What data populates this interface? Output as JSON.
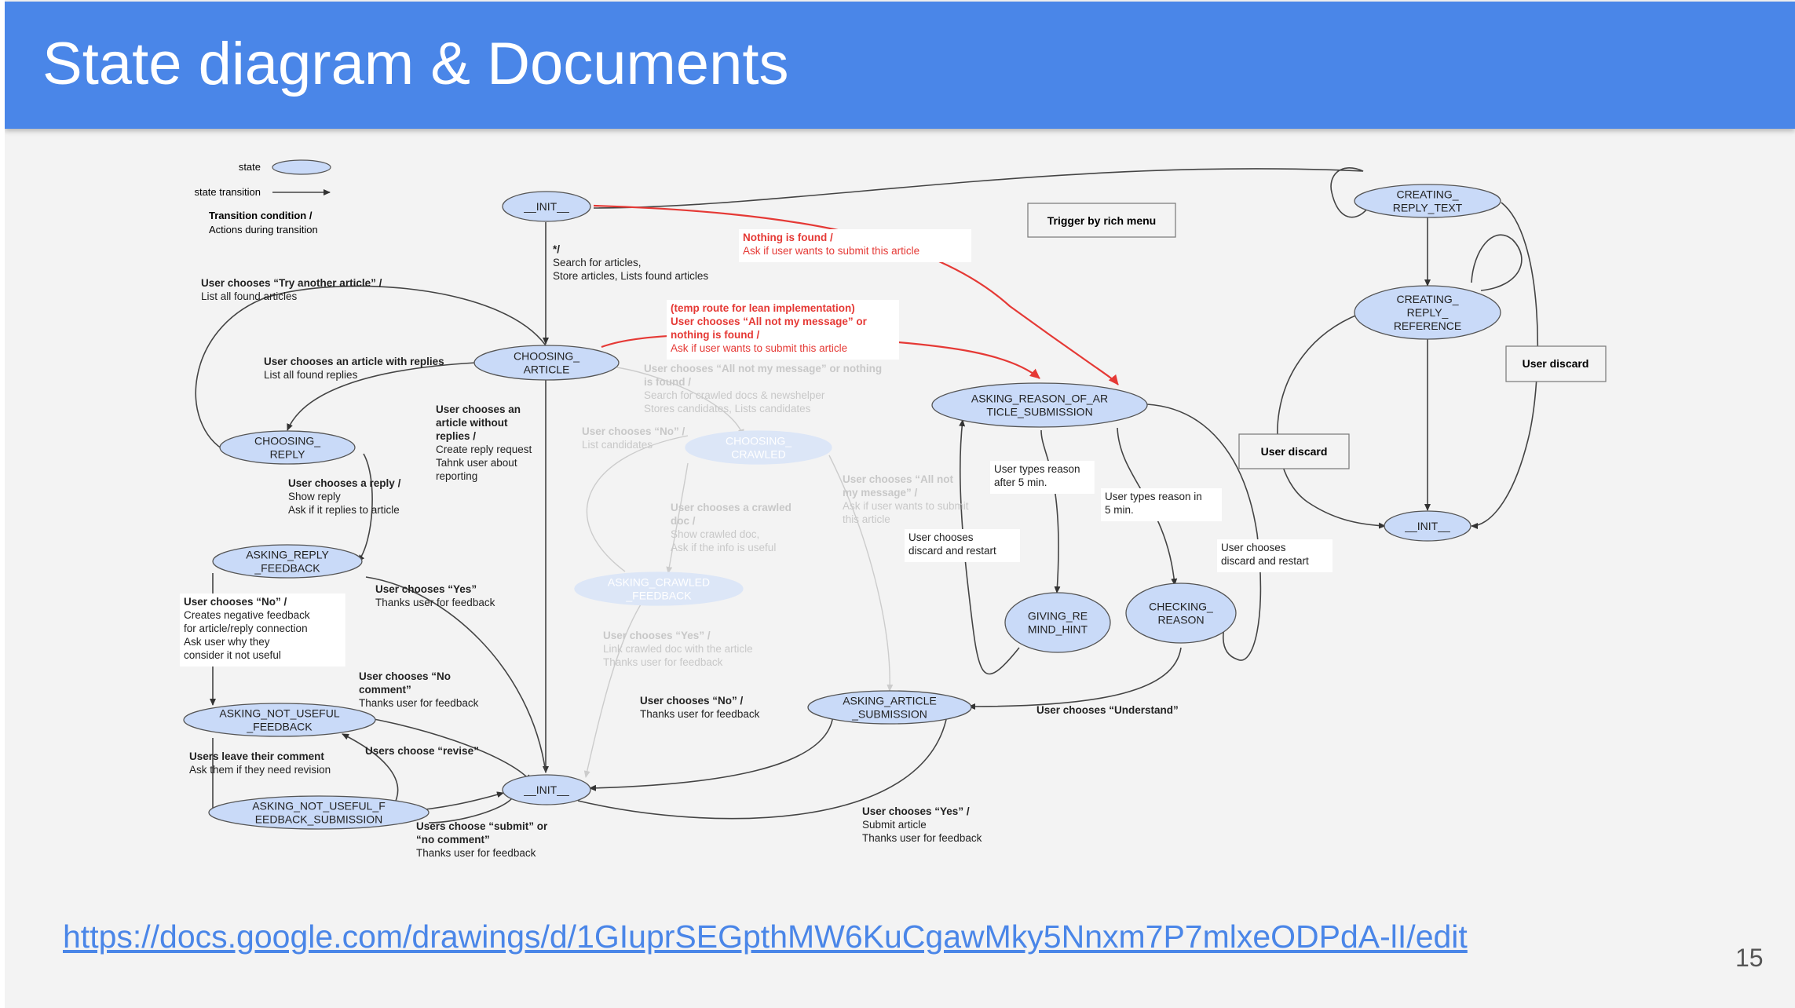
{
  "slide": {
    "title": "State diagram & Documents",
    "link": "https://docs.google.com/drawings/d/1GIuprSEGpthMW6KuCgawMky5Nnxm7P7mlxeODPdA-lI/edit",
    "page_number": "15"
  },
  "legend": {
    "state": "state",
    "transition": "state transition",
    "condition": "Transition condition /",
    "actions": "Actions during transition"
  },
  "states": {
    "init_top": [
      "__INIT__"
    ],
    "choosing_article": [
      "CHOOSING_",
      "ARTICLE"
    ],
    "choosing_reply": [
      "CHOOSING_",
      "REPLY"
    ],
    "asking_reply_feedback": [
      "ASKING_REPLY",
      "_FEEDBACK"
    ],
    "asking_not_useful_feedback": [
      "ASKING_NOT_USEFUL",
      "_FEEDBACK"
    ],
    "asking_not_useful_feedback_submission": [
      "ASKING_NOT_USEFUL_F",
      "EEDBACK_SUBMISSION"
    ],
    "init_bottom": [
      "__INIT__"
    ],
    "choosing_crawled": [
      "CHOOSING_",
      "CRAWLED"
    ],
    "asking_crawled_feedback": [
      "ASKING_CRAWLED",
      "_FEEDBACK"
    ],
    "asking_article_submission": [
      "ASKING_ARTICLE",
      "_SUBMISSION"
    ],
    "asking_reason_of_article_submission": [
      "ASKING_REASON_OF_AR",
      "TICLE_SUBMISSION"
    ],
    "giving_remind_hint": [
      "GIVING_RE",
      "MIND_HINT"
    ],
    "checking_reason": [
      "CHECKING_",
      "REASON"
    ],
    "creating_reply_text": [
      "CREATING_",
      "REPLY_TEXT"
    ],
    "creating_reply_reference": [
      "CREATING_",
      "REPLY_",
      "REFERENCE"
    ],
    "init_right": [
      "__INIT__"
    ]
  },
  "boxes": {
    "trigger_rich_menu": "Trigger by rich menu",
    "user_discard_right": "User discard",
    "user_discard_left": "User discard"
  },
  "labels": {
    "init_search": {
      "bold": [
        "*/"
      ],
      "normal": [
        "Search for articles,",
        "Store articles, Lists found articles"
      ]
    },
    "nothing_found": {
      "bold": [
        "Nothing is found /"
      ],
      "normal": [
        "Ask if user wants to submit this article"
      ]
    },
    "temp_route": {
      "bold": [
        "(temp route for lean implementation)",
        "User chooses “All not my message” or",
        "nothing is found /"
      ],
      "normal": [
        "Ask if user wants to submit this article"
      ]
    },
    "try_another": {
      "bold": [
        "User chooses “Try another article” /"
      ],
      "normal": [
        "List all found articles"
      ]
    },
    "article_with_replies": {
      "bold": [
        "User chooses an article with replies"
      ],
      "normal": [
        "List all found replies"
      ]
    },
    "article_without_replies": {
      "bold": [
        "User chooses an",
        "article without",
        "replies /"
      ],
      "normal": [
        "Create reply request",
        "Tahnk user about",
        "reporting"
      ]
    },
    "chooses_reply": {
      "bold": [
        "User chooses a reply /"
      ],
      "normal": [
        "Show reply",
        "Ask if it replies to article"
      ]
    },
    "chooses_yes_feedback": {
      "bold": [
        "User chooses “Yes”"
      ],
      "normal": [
        "Thanks user for feedback"
      ]
    },
    "chooses_no_negative": {
      "bold": [
        "User chooses “No” /"
      ],
      "normal": [
        "Creates negative feedback",
        "for article/reply connection",
        "Ask user why they",
        "consider it not useful"
      ]
    },
    "no_comment": {
      "bold": [
        "User chooses “No",
        "comment”"
      ],
      "normal": [
        "Thanks user for feedback"
      ]
    },
    "users_choose_revise": {
      "bold": [
        "Users choose “revise”"
      ],
      "normal": []
    },
    "leave_comment": {
      "bold": [
        "Users leave their comment"
      ],
      "normal": [
        "Ask them if they need revision"
      ]
    },
    "submit_or_no_comment": {
      "bold": [
        "Users choose “submit” or",
        "“no comment”"
      ],
      "normal": [
        "Thanks user for feedback"
      ]
    },
    "all_not_my_message_crawl": {
      "bold": [
        "User chooses “All not my message” or nothing",
        "is found /"
      ],
      "normal": [
        "Search for crawled docs & newshelper",
        "Stores candidates, Lists candidates"
      ]
    },
    "chooses_no_candidates": {
      "bold": [
        "User chooses “No” /"
      ],
      "normal": [
        "List candidates"
      ]
    },
    "chooses_crawled_doc": {
      "bold": [
        "User chooses a crawled",
        "doc /"
      ],
      "normal": [
        "Show crawled doc,",
        "Ask if the info is useful"
      ]
    },
    "all_not_my_message_ask": {
      "bold": [
        "User chooses “All not",
        "my message” /"
      ],
      "normal": [
        "Ask if user wants to submit",
        "this article"
      ]
    },
    "crawled_yes": {
      "bold": [
        "User chooses “Yes” /"
      ],
      "normal": [
        "Link crawled doc with the article",
        "Thanks user for feedback"
      ]
    },
    "chooses_no_thanks": {
      "bold": [
        "User chooses “No” /"
      ],
      "normal": [
        "Thanks user for feedback"
      ]
    },
    "chooses_yes_submit": {
      "bold": [
        "User chooses “Yes” /"
      ],
      "normal": [
        "Submit article",
        "Thanks user for feedback"
      ]
    },
    "chooses_understand": {
      "bold": [
        "User chooses “Understand”"
      ],
      "normal": []
    },
    "reason_after_5": {
      "bold": [],
      "normal": [
        "User types reason",
        "after 5 min."
      ]
    },
    "reason_in_5": {
      "bold": [],
      "normal": [
        "User types reason in",
        "5 min."
      ]
    },
    "discard_restart_left": {
      "bold": [],
      "normal": [
        "User chooses",
        "discard and restart"
      ]
    },
    "discard_restart_right": {
      "bold": [],
      "normal": [
        "User chooses",
        "discard and restart"
      ]
    }
  },
  "colors": {
    "header": "#4a86e8",
    "state_fill": "#c9daf8",
    "red": "#e53935",
    "faded": "#c8c8c8",
    "link": "#4a86e8"
  }
}
